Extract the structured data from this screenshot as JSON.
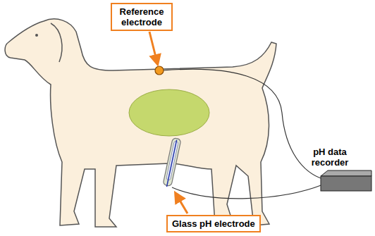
{
  "diagram": {
    "nodes": [
      {
        "text": [
          "Reference electrode"
        ]
      },
      {
        "text": [
          "Glass pH electrode"
        ]
      }
    ],
    "labels": [
      "pH data recorder"
    ]
  }
}
